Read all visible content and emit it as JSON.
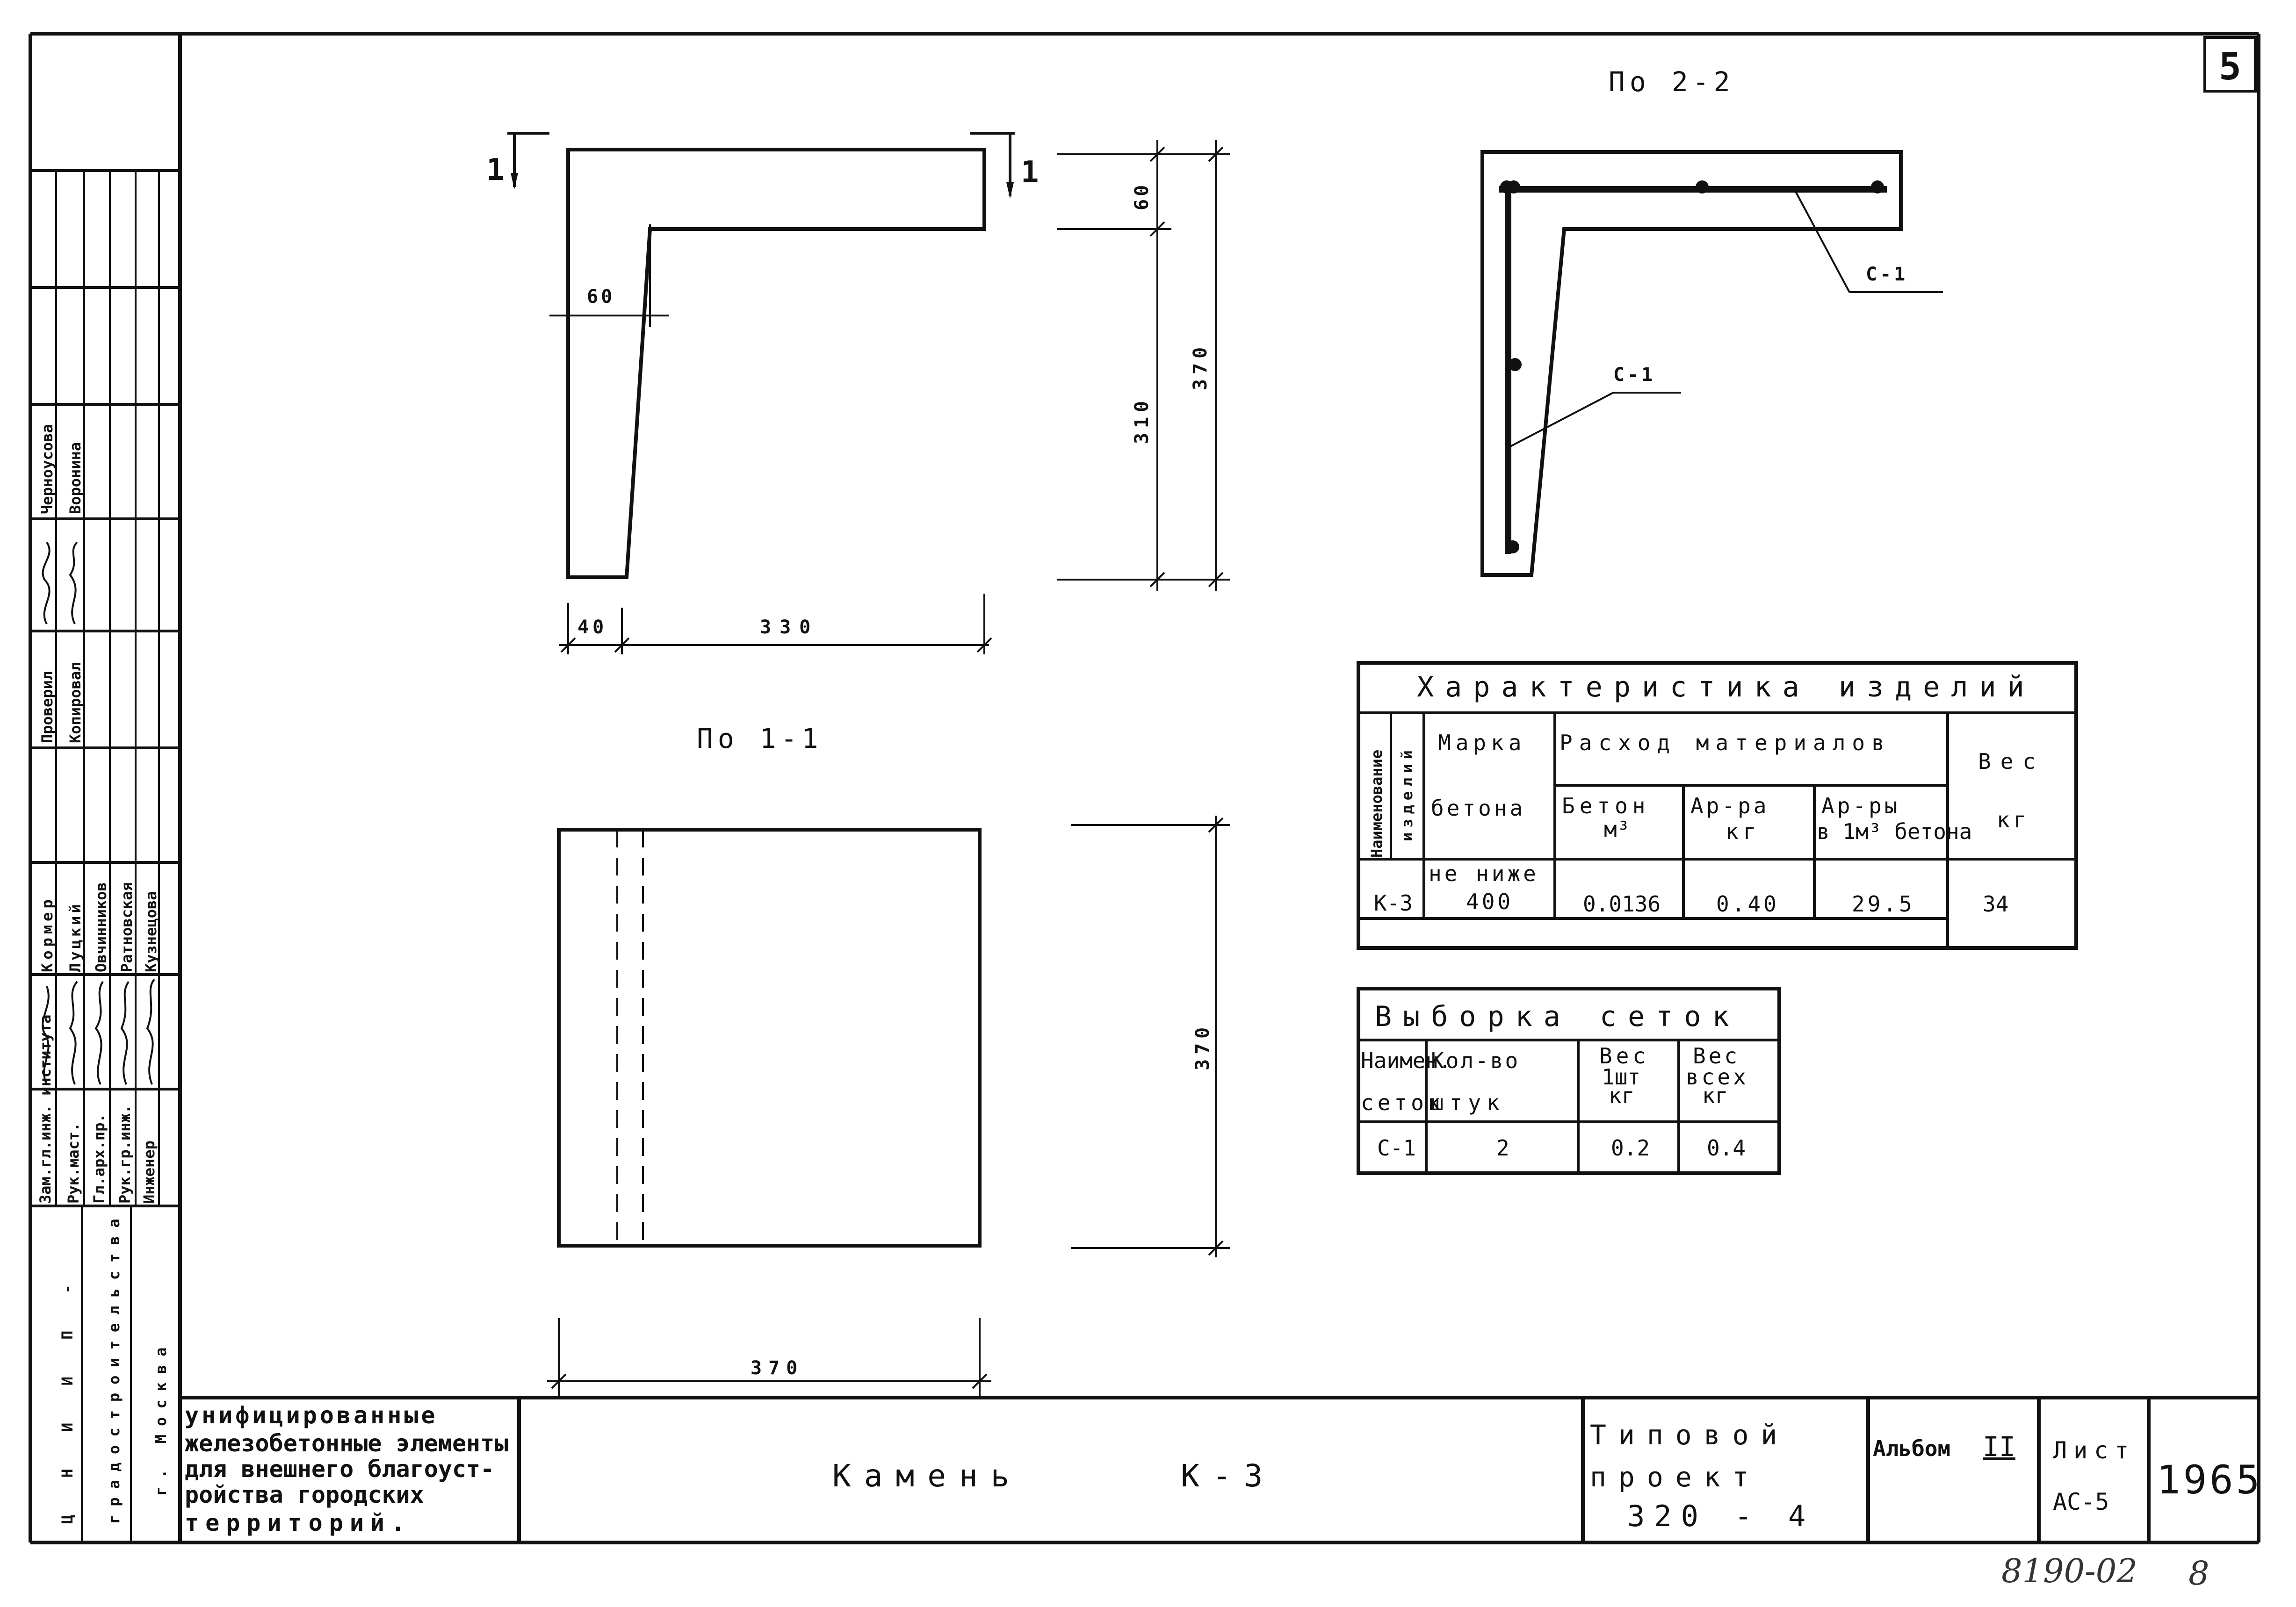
{
  "sheet_badge": "5",
  "views": {
    "elevation": {
      "dims": {
        "top_thickness": "60",
        "web_thickness": "60",
        "lower_height": "310",
        "total_height": "370",
        "bottom_left": "40",
        "bottom_right": "330"
      },
      "cut_marker": "1"
    },
    "section_1_1": {
      "title": "По 1-1",
      "height": "370",
      "width": "370"
    },
    "section_2_2": {
      "title": "По 2-2",
      "mesh_top": "С-1",
      "mesh_side": "С-1"
    }
  },
  "characteristics_table": {
    "title": "Характеристика изделий",
    "col_name_l1": "Наименование",
    "col_name_l2": "изделий",
    "col_mark_top": "Марка",
    "col_mark_bottom": "бетона",
    "col_materials": "Расход материалов",
    "col_concrete_l1": "Бетон",
    "col_concrete_l2": "м³",
    "col_rebar_l1": "Ар-ра",
    "col_rebar_l2": "кг",
    "col_rebar_per_l1": "Ар-ры",
    "col_rebar_per_l2": "в 1м³ бетона",
    "col_weight_l1": "Вес",
    "col_weight_l2": "кг",
    "row": {
      "name": "К-3",
      "mark_l1": "не ниже",
      "mark_l2": "400",
      "concrete": "0.0136",
      "rebar": "0.40",
      "rebar_per_m3": "29.5",
      "weight": "34"
    }
  },
  "mesh_table": {
    "title": "Выборка сеток",
    "col_name_l1": "Наимен.",
    "col_name_l2": "сеток",
    "col_qty_l1": "Кол-во",
    "col_qty_l2": "штук",
    "col_w1_l1": "Вес",
    "col_w1_l2": "1шт",
    "col_w1_l3": "кг",
    "col_wall_l1": "Вес",
    "col_wall_l2": "всех",
    "col_wall_l3": "кг",
    "row": {
      "name": "С-1",
      "qty": "2",
      "w1": "0.2",
      "wall": "0.4"
    }
  },
  "side_panel": {
    "org_l1": "Ц Н И И П -",
    "org_l2": "градостроительства",
    "org_l3": "г. Москва",
    "roles": [
      "Зам.гл.инж. института",
      "Рук.маст.",
      "Гл.арх.пр.",
      "Рук.гр.инж.",
      "Инженер"
    ],
    "names": [
      "Кормер",
      "Луцкий",
      "Овчинников",
      "Ратновская",
      "Кузнецова"
    ],
    "checked_label": "Проверил",
    "copied_label": "Копировал",
    "checked_names": [
      "Черноусова",
      "Воронина"
    ]
  },
  "title_block": {
    "description_lines": [
      "унифицированные",
      "железобетонные элементы",
      "для внешнего благоуст-",
      "ройства городских",
      "территорий."
    ],
    "item_title": "Камень     К-3",
    "project_lines": [
      "Типовой",
      "проект",
      "320 - 4"
    ],
    "album_label": "Альбом",
    "album_value": "II",
    "sheet_label": "Лист",
    "sheet_value": "АС-5",
    "year": "1965"
  },
  "footer": {
    "archive_number": "8190-02",
    "page": "8"
  }
}
